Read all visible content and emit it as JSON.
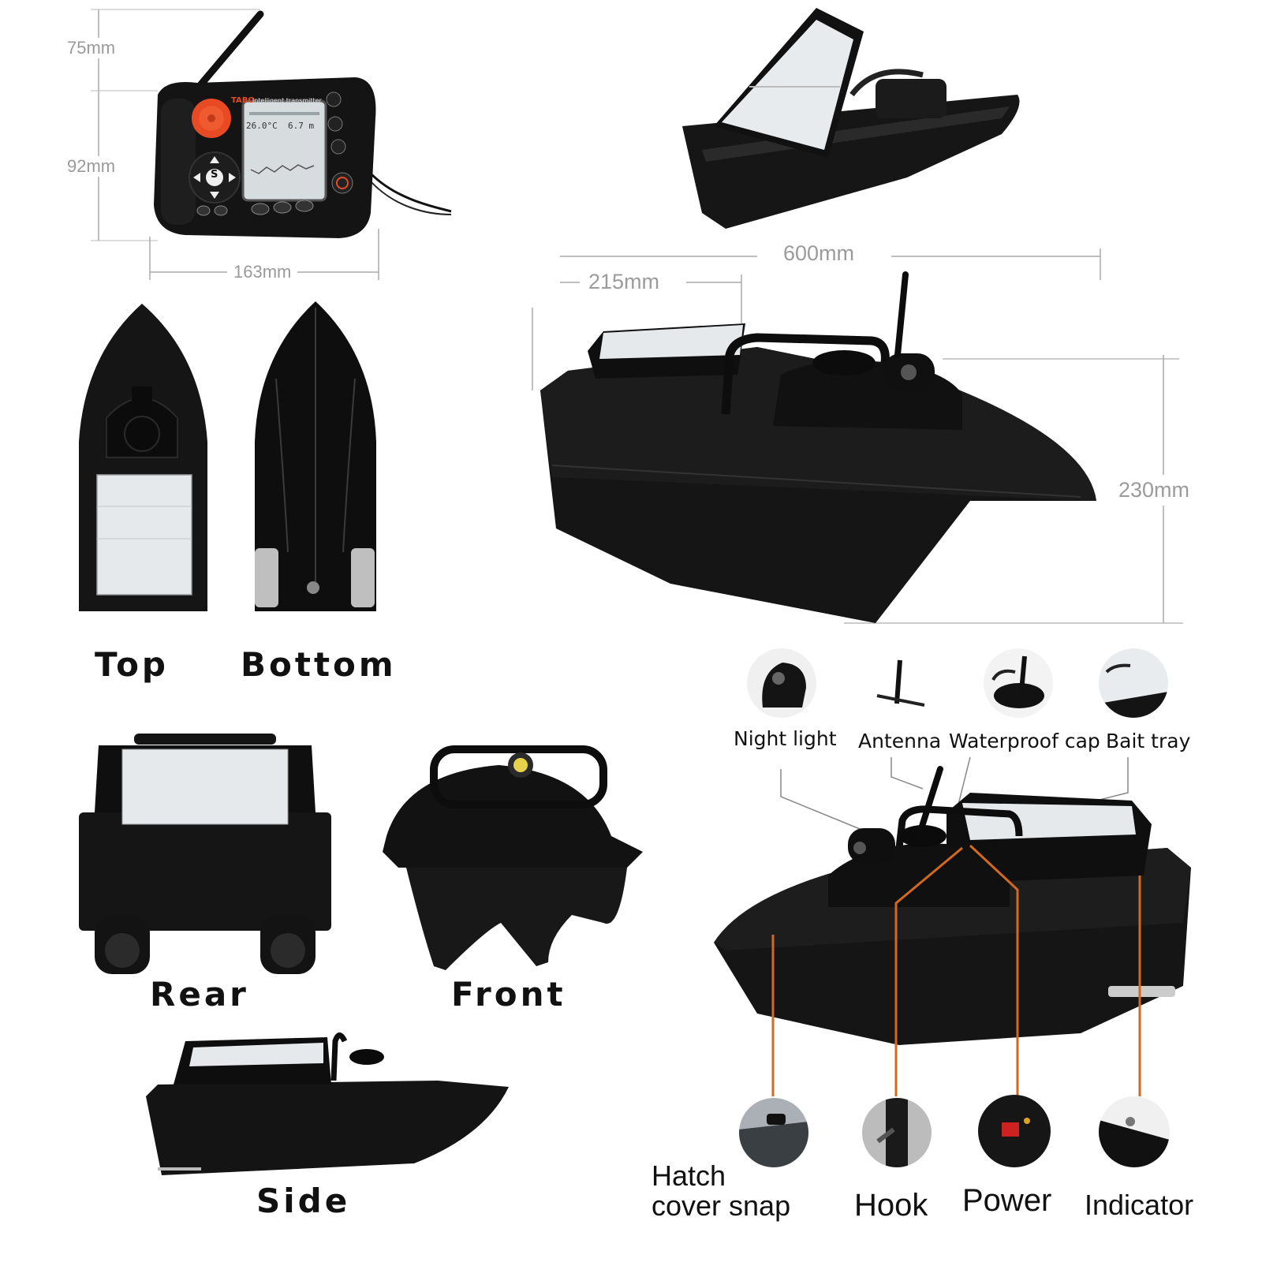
{
  "remote": {
    "dim_height_top": "75mm",
    "dim_height_main": "92mm",
    "dim_width": "163mm",
    "brand": "TABO",
    "screen_title": "intelligent transmitter",
    "screen_temp": "26.0°C",
    "screen_depth": "6.7 m",
    "center_button": "S"
  },
  "boat_dims": {
    "length": "600mm",
    "tray_length": "215mm",
    "height": "230mm"
  },
  "views": {
    "top": "Top",
    "bottom": "Bottom",
    "rear": "Rear",
    "front": "Front",
    "side": "Side"
  },
  "parts_top": [
    {
      "label": "Night light",
      "icon": "night-light-icon"
    },
    {
      "label": "Antenna",
      "icon": "antenna-icon"
    },
    {
      "label": "Waterproof cap",
      "icon": "waterproof-cap-icon"
    },
    {
      "label": "Bait tray",
      "icon": "bait-tray-icon"
    }
  ],
  "parts_bottom": [
    {
      "label_line1": "Hatch",
      "label_line2": "cover snap",
      "icon": "hatch-snap-icon"
    },
    {
      "label": "Hook",
      "icon": "hook-icon"
    },
    {
      "label": "Power",
      "icon": "power-switch-icon"
    },
    {
      "label": "Indicator",
      "icon": "indicator-light-icon"
    }
  ],
  "colors": {
    "hull": "#161616",
    "tray": "#e6e9ec",
    "leader_line": "#d2691e",
    "dimension": "#9a9a9a"
  }
}
